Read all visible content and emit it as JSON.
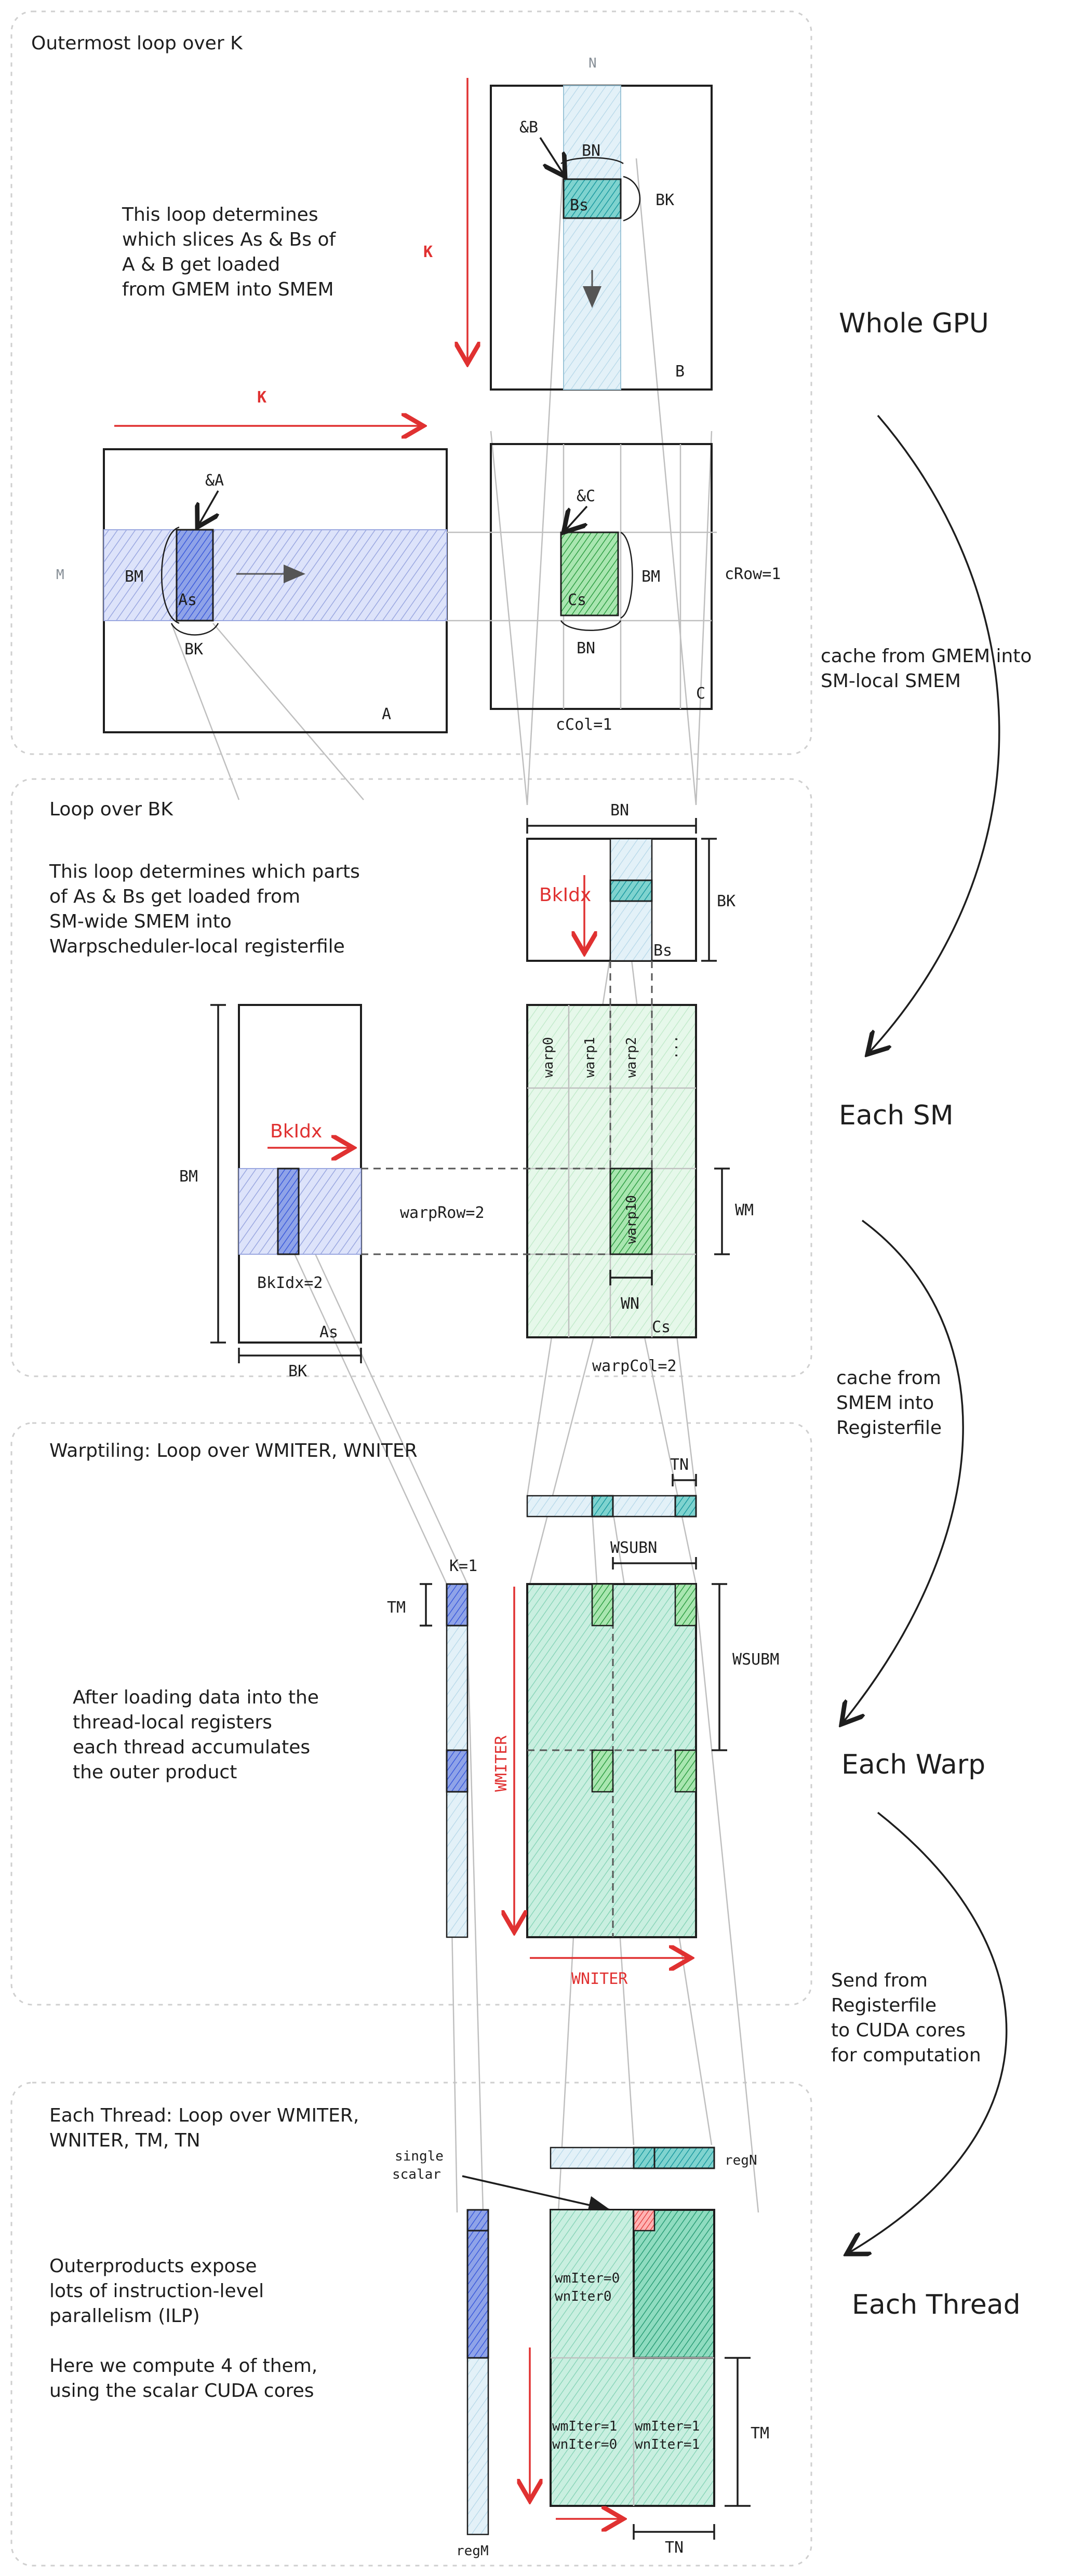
{
  "panels": {
    "gpu": {
      "title": "Outermost loop over K",
      "desc": [
        "This loop determines",
        "which slices As & Bs of",
        "A & B get loaded",
        "from GMEM into SMEM"
      ],
      "labels": {
        "N": "N",
        "M": "M",
        "K_top": "K",
        "K_side": "K",
        "refB": "&B",
        "refA": "&A",
        "refC": "&C",
        "BN_top": "BN",
        "BK_right": "BK",
        "Bs": "Bs",
        "B": "B",
        "BM_left": "BM",
        "As": "As",
        "BK_bottom": "BK",
        "A": "A",
        "Cs": "Cs",
        "BM_c": "BM",
        "BN_c": "BN",
        "C": "C",
        "cRow": "cRow=1",
        "cCol": "cCol=1"
      }
    },
    "sm": {
      "title": "Loop over BK",
      "desc": [
        "This loop determines which parts",
        "of As & Bs get loaded from",
        "SM-wide SMEM into",
        "Warpscheduler-local registerfile"
      ],
      "labels": {
        "BN": "BN",
        "BK_right": "BK",
        "BkIdx_red": "BkIdx",
        "Bs": "Bs",
        "BM": "BM",
        "BkIdx_red_a": "BkIdx",
        "BkIdx2": "BkIdx=2",
        "As": "As",
        "BK_bottom": "BK",
        "warpRow": "warpRow=2",
        "warpCol": "warpCol=2",
        "warps": [
          "warp0",
          "warp1",
          "warp2",
          "..."
        ],
        "warp10": "warp10",
        "WM": "WM",
        "WN": "WN",
        "Cs": "Cs"
      }
    },
    "warp": {
      "title": "Warptiling: Loop over WMITER, WNITER",
      "desc": [
        "After loading data into the",
        "thread-local registers",
        "each thread accumulates",
        "the outer product"
      ],
      "labels": {
        "TN": "TN",
        "WSUBN": "WSUBN",
        "WSUBM": "WSUBM",
        "K1": "K=1",
        "TM": "TM",
        "WMITER": "WMITER",
        "WNITER": "WNITER"
      }
    },
    "thread": {
      "title_lines": [
        "Each Thread: Loop over WMITER,",
        "WNITER, TM, TN"
      ],
      "desc": [
        "Outerproducts expose",
        "lots of instruction-level",
        "parallelism (ILP)",
        "",
        "Here we compute 4 of them,",
        "using the scalar CUDA cores"
      ],
      "labels": {
        "single": "single",
        "scalar": "scalar",
        "regN": "regN",
        "regM": "regM",
        "q00a": "wmIter=0",
        "q00b": "wnIter0",
        "q10a": "wmIter=1",
        "q10b": "wnIter=0",
        "q11a": "wmIter=1",
        "q11b": "wnIter=1",
        "TM": "TM",
        "TN": "TN"
      }
    }
  },
  "levels": [
    "Whole GPU",
    "Each SM",
    "Each Warp",
    "Each Thread"
  ],
  "transitions": [
    [
      "cache from GMEM into",
      "SM-local SMEM"
    ],
    [
      "cache from",
      "SMEM into",
      "Registerfile"
    ],
    [
      "Send from",
      "Registerfile",
      "to CUDA cores",
      "for computation"
    ]
  ],
  "colors": {
    "blue": "#a5b4e8",
    "lightblue": "#d8ecf5",
    "green": "#b2f2bb",
    "teal": "#96e3d0",
    "lightgreen": "#d3f9d8",
    "red": "#e03131",
    "salmon": "#ff8787"
  }
}
